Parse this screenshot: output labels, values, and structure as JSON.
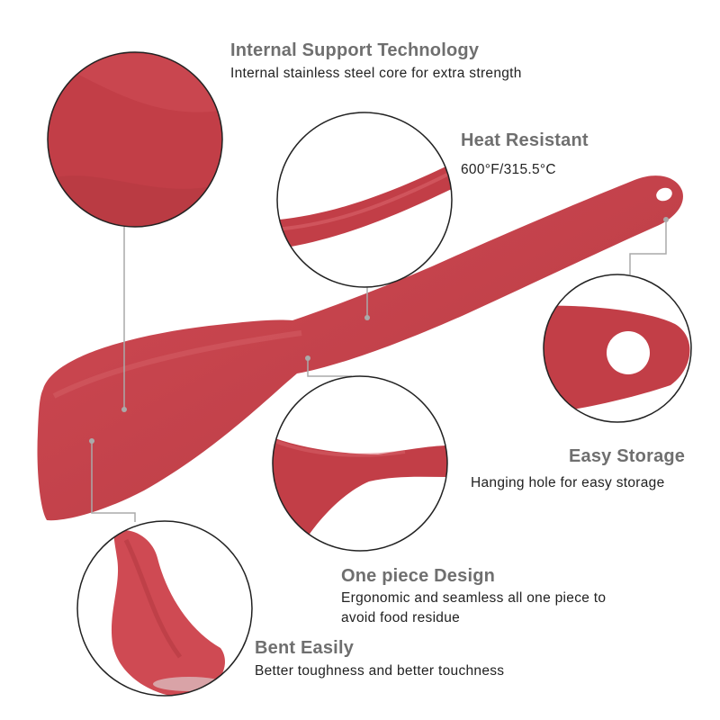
{
  "colors": {
    "spatula_red": "#c8424b",
    "spatula_dark": "#a3343b",
    "heading_gray": "#6f6f6f",
    "text_dark": "#222222",
    "leader_line": "#aaaaaa"
  },
  "features": {
    "internal_support": {
      "title": "Internal Support Technology",
      "desc": "Internal stainless steel core for extra strength"
    },
    "heat_resistant": {
      "title": "Heat Resistant",
      "desc": "600°F/315.5°C"
    },
    "easy_storage": {
      "title": "Easy Storage",
      "desc": "Hanging hole for easy storage"
    },
    "one_piece": {
      "title": "One piece Design",
      "desc_line1": "Ergonomic and seamless all one piece to",
      "desc_line2": "avoid food residue"
    },
    "bent_easily": {
      "title": "Bent Easily",
      "desc": "Better toughness and better touchness"
    }
  }
}
